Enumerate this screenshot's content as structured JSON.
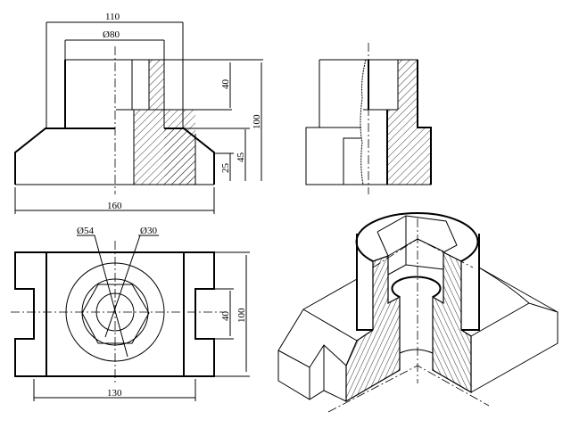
{
  "drawing": {
    "front_view": {
      "dims": {
        "width_top": "110",
        "bore_dia": "Ø80",
        "upper_height": "40",
        "total_height": "100",
        "base_height": "45",
        "chamfer_height": "25",
        "base_width": "160"
      }
    },
    "top_view": {
      "dims": {
        "outer_dia": "Ø54",
        "bore_dia": "Ø30",
        "slot_width": "40",
        "depth": "100",
        "inner_width": "130"
      }
    },
    "colors": {
      "line": "#000000",
      "background": "#ffffff"
    }
  }
}
